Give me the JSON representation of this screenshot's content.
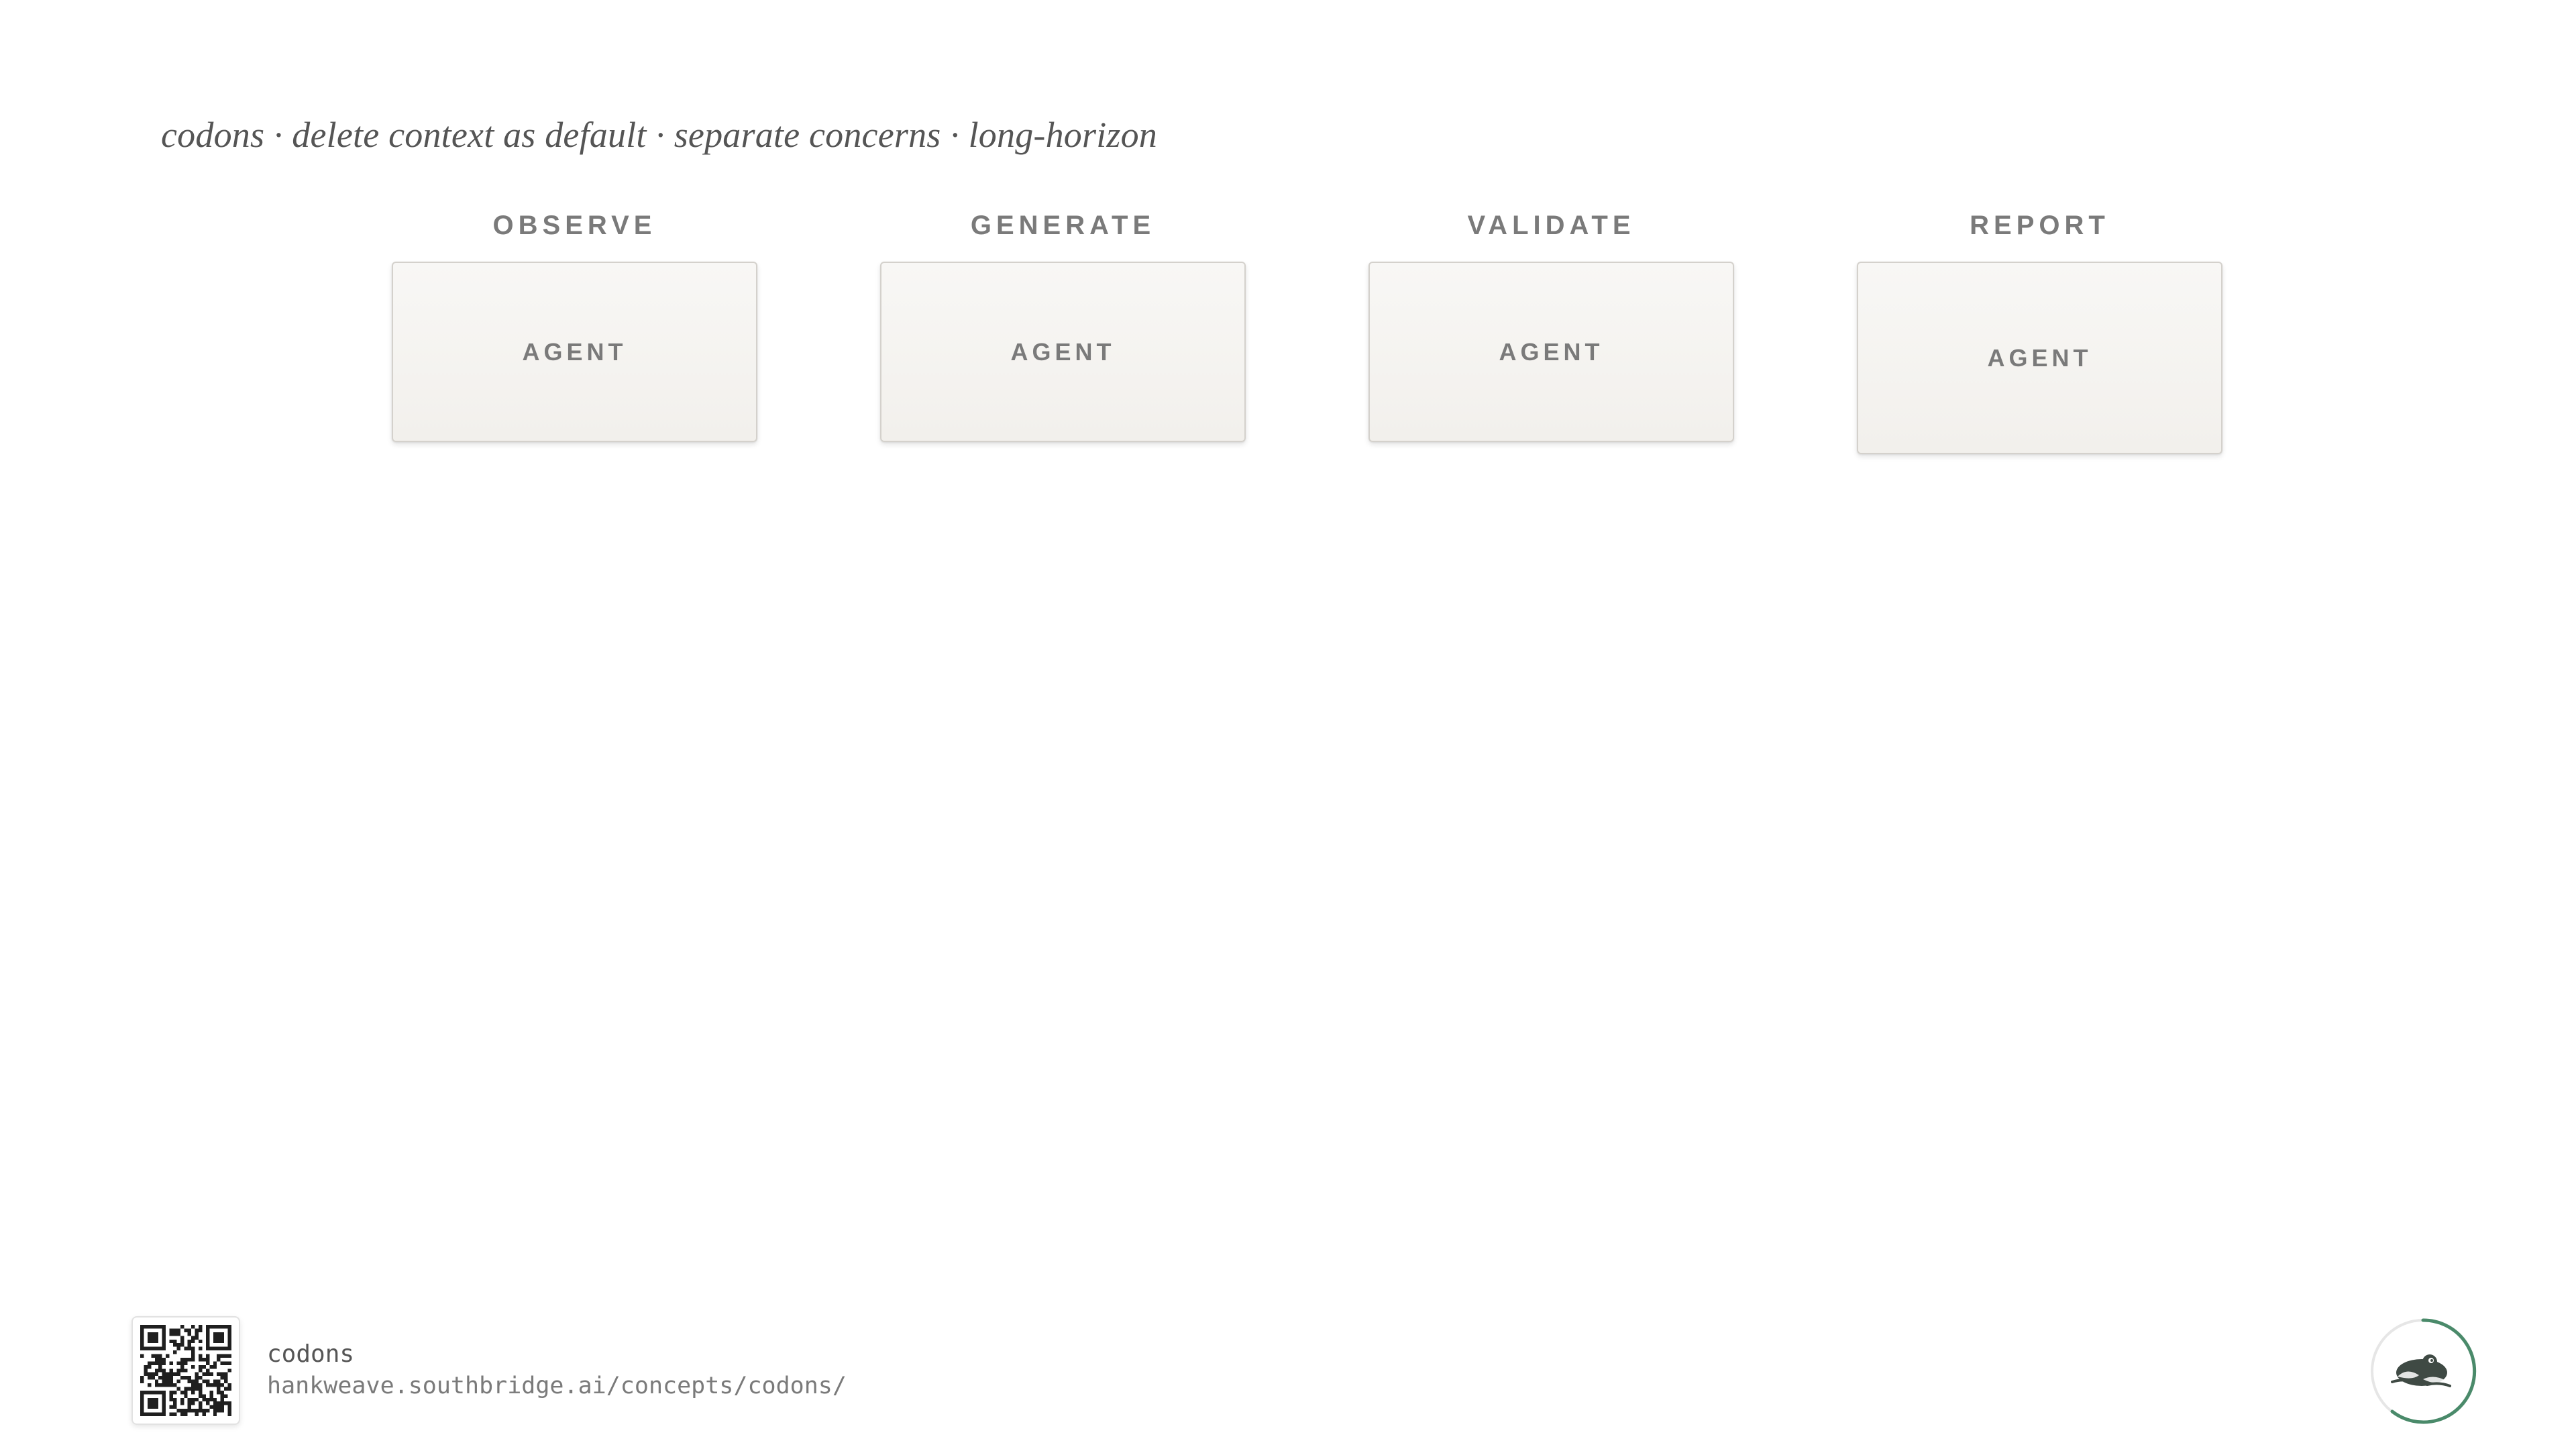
{
  "subtitle": "codons · delete context as default · separate concerns · long-horizon",
  "stages": [
    {
      "label": "OBSERVE",
      "box_label": "AGENT"
    },
    {
      "label": "GENERATE",
      "box_label": "AGENT"
    },
    {
      "label": "VALIDATE",
      "box_label": "AGENT"
    },
    {
      "label": "REPORT",
      "box_label": "AGENT"
    }
  ],
  "footer": {
    "title": "codons",
    "url": "hankweave.southbridge.ai/concepts/codons/"
  },
  "icons": {
    "qr": "qr-code-icon",
    "logo": "frog-logo-icon"
  },
  "colors": {
    "accent": "#4a8a6a",
    "text_muted": "#7a7a7a",
    "box_fill": "#f4f2ee"
  }
}
